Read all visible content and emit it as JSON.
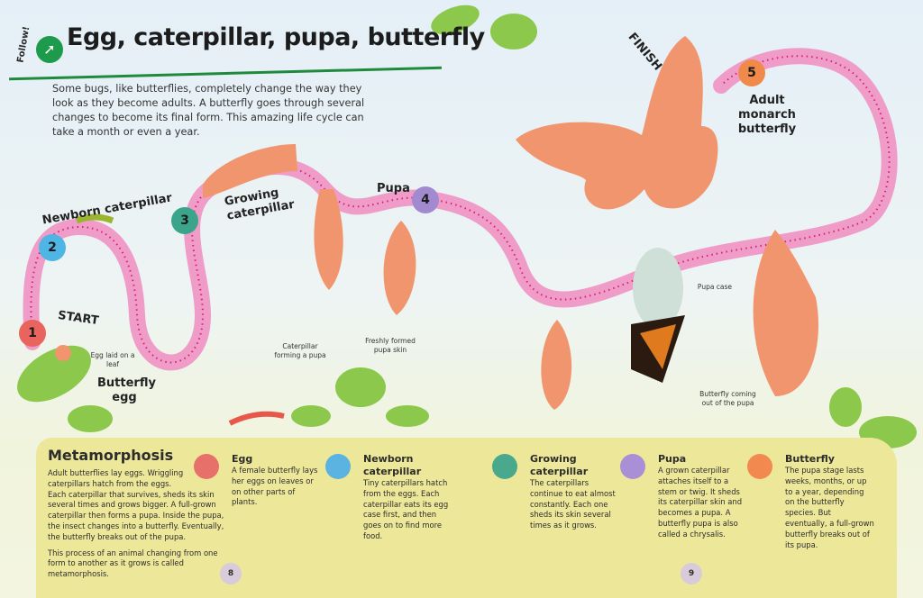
{
  "header": {
    "follow": "Follow!",
    "title": "Egg, caterpillar, pupa, butterfly",
    "intro": "Some bugs, like butterflies, completely change the way they look as they become adults. A butterfly goes through several changes to become its final form. This amazing life cycle can take a month or even a year."
  },
  "path": {
    "start": "START",
    "finish": "FINISH",
    "stages": [
      {
        "number": "1",
        "label": "Butterfly egg",
        "color": "#e8645d"
      },
      {
        "number": "2",
        "label": "Newborn caterpillar",
        "color": "#4fb5e4"
      },
      {
        "number": "3",
        "label": "Growing caterpillar",
        "color": "#3aa58a"
      },
      {
        "number": "4",
        "label": "Pupa",
        "color": "#a28ad0"
      },
      {
        "number": "5",
        "label": "Adult monarch butterfly",
        "color": "#f08a4a"
      }
    ],
    "captions": {
      "egg": "Egg laid on a leaf",
      "forming": "Caterpillar forming a pupa",
      "fresh": "Freshly formed pupa skin",
      "coming_out": "Butterfly coming out of the pupa",
      "case": "Pupa case"
    }
  },
  "metamorphosis": {
    "title": "Metamorphosis",
    "p1": "Adult butterflies lay eggs. Wriggling caterpillars hatch from the eggs. Each caterpillar that survives, sheds its skin several times and grows bigger. A full-grown caterpillar then forms a pupa. Inside the pupa, the insect changes into a butterfly. Eventually, the butterfly breaks out of the pupa.",
    "p2": "This process of an animal changing from one form to another as it grows is called metamorphosis.",
    "columns": [
      {
        "title": "Egg",
        "text": "A female butterfly lays her eggs on leaves or on other parts of plants.",
        "color": "#e8706a"
      },
      {
        "title": "Newborn caterpillar",
        "text": "Tiny caterpillars hatch from the eggs. Each caterpillar eats its egg case first, and then goes on to find more food.",
        "color": "#5ab3e0"
      },
      {
        "title": "Growing caterpillar",
        "text": "The caterpillars continue to eat almost constantly. Each one sheds its skin several times as it grows.",
        "color": "#4aa88c"
      },
      {
        "title": "Pupa",
        "text": "A grown caterpillar attaches itself to a stem or twig. It sheds its caterpillar skin and becomes a pupa. A butterfly pupa is also called a chrysalis.",
        "color": "#a98fd6"
      },
      {
        "title": "Butterfly",
        "text": "The pupa stage lasts weeks, months, or up to a year, depending on the butterfly species. But eventually, a full-grown butterfly breaks out of its pupa.",
        "color": "#f28a50"
      }
    ]
  },
  "pages": {
    "left": "8",
    "right": "9"
  }
}
